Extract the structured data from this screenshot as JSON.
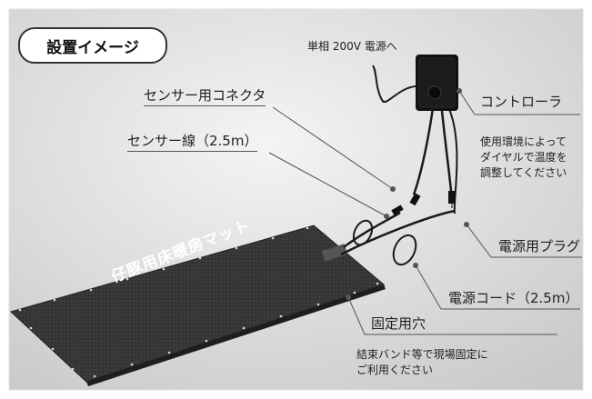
{
  "title": "設置イメージ",
  "power_source": "単相 200V 電源へ",
  "sensor_connector": "センサー用コネクタ",
  "sensor_cable": "センサー線（2.5m）",
  "controller": {
    "name": "コントローラ",
    "description_lines": [
      "使用環境によって",
      "ダイヤルで温度を",
      "調整してください"
    ]
  },
  "power_plug": "電源用プラグ",
  "power_cord": "電源コード（2.5m）",
  "fixing_hole": {
    "name": "固定用穴",
    "description_lines": [
      "結束バンド等で現場固定に",
      "ご利用ください"
    ]
  },
  "mat_label": "仔豚用床暖房マット",
  "colors": {
    "background_light": "#f2f2f2",
    "background_dark": "#cfcfcf",
    "mat": "#333333",
    "controller": "#111111",
    "text": "#1f1f1f",
    "leader_line": "#555555"
  }
}
